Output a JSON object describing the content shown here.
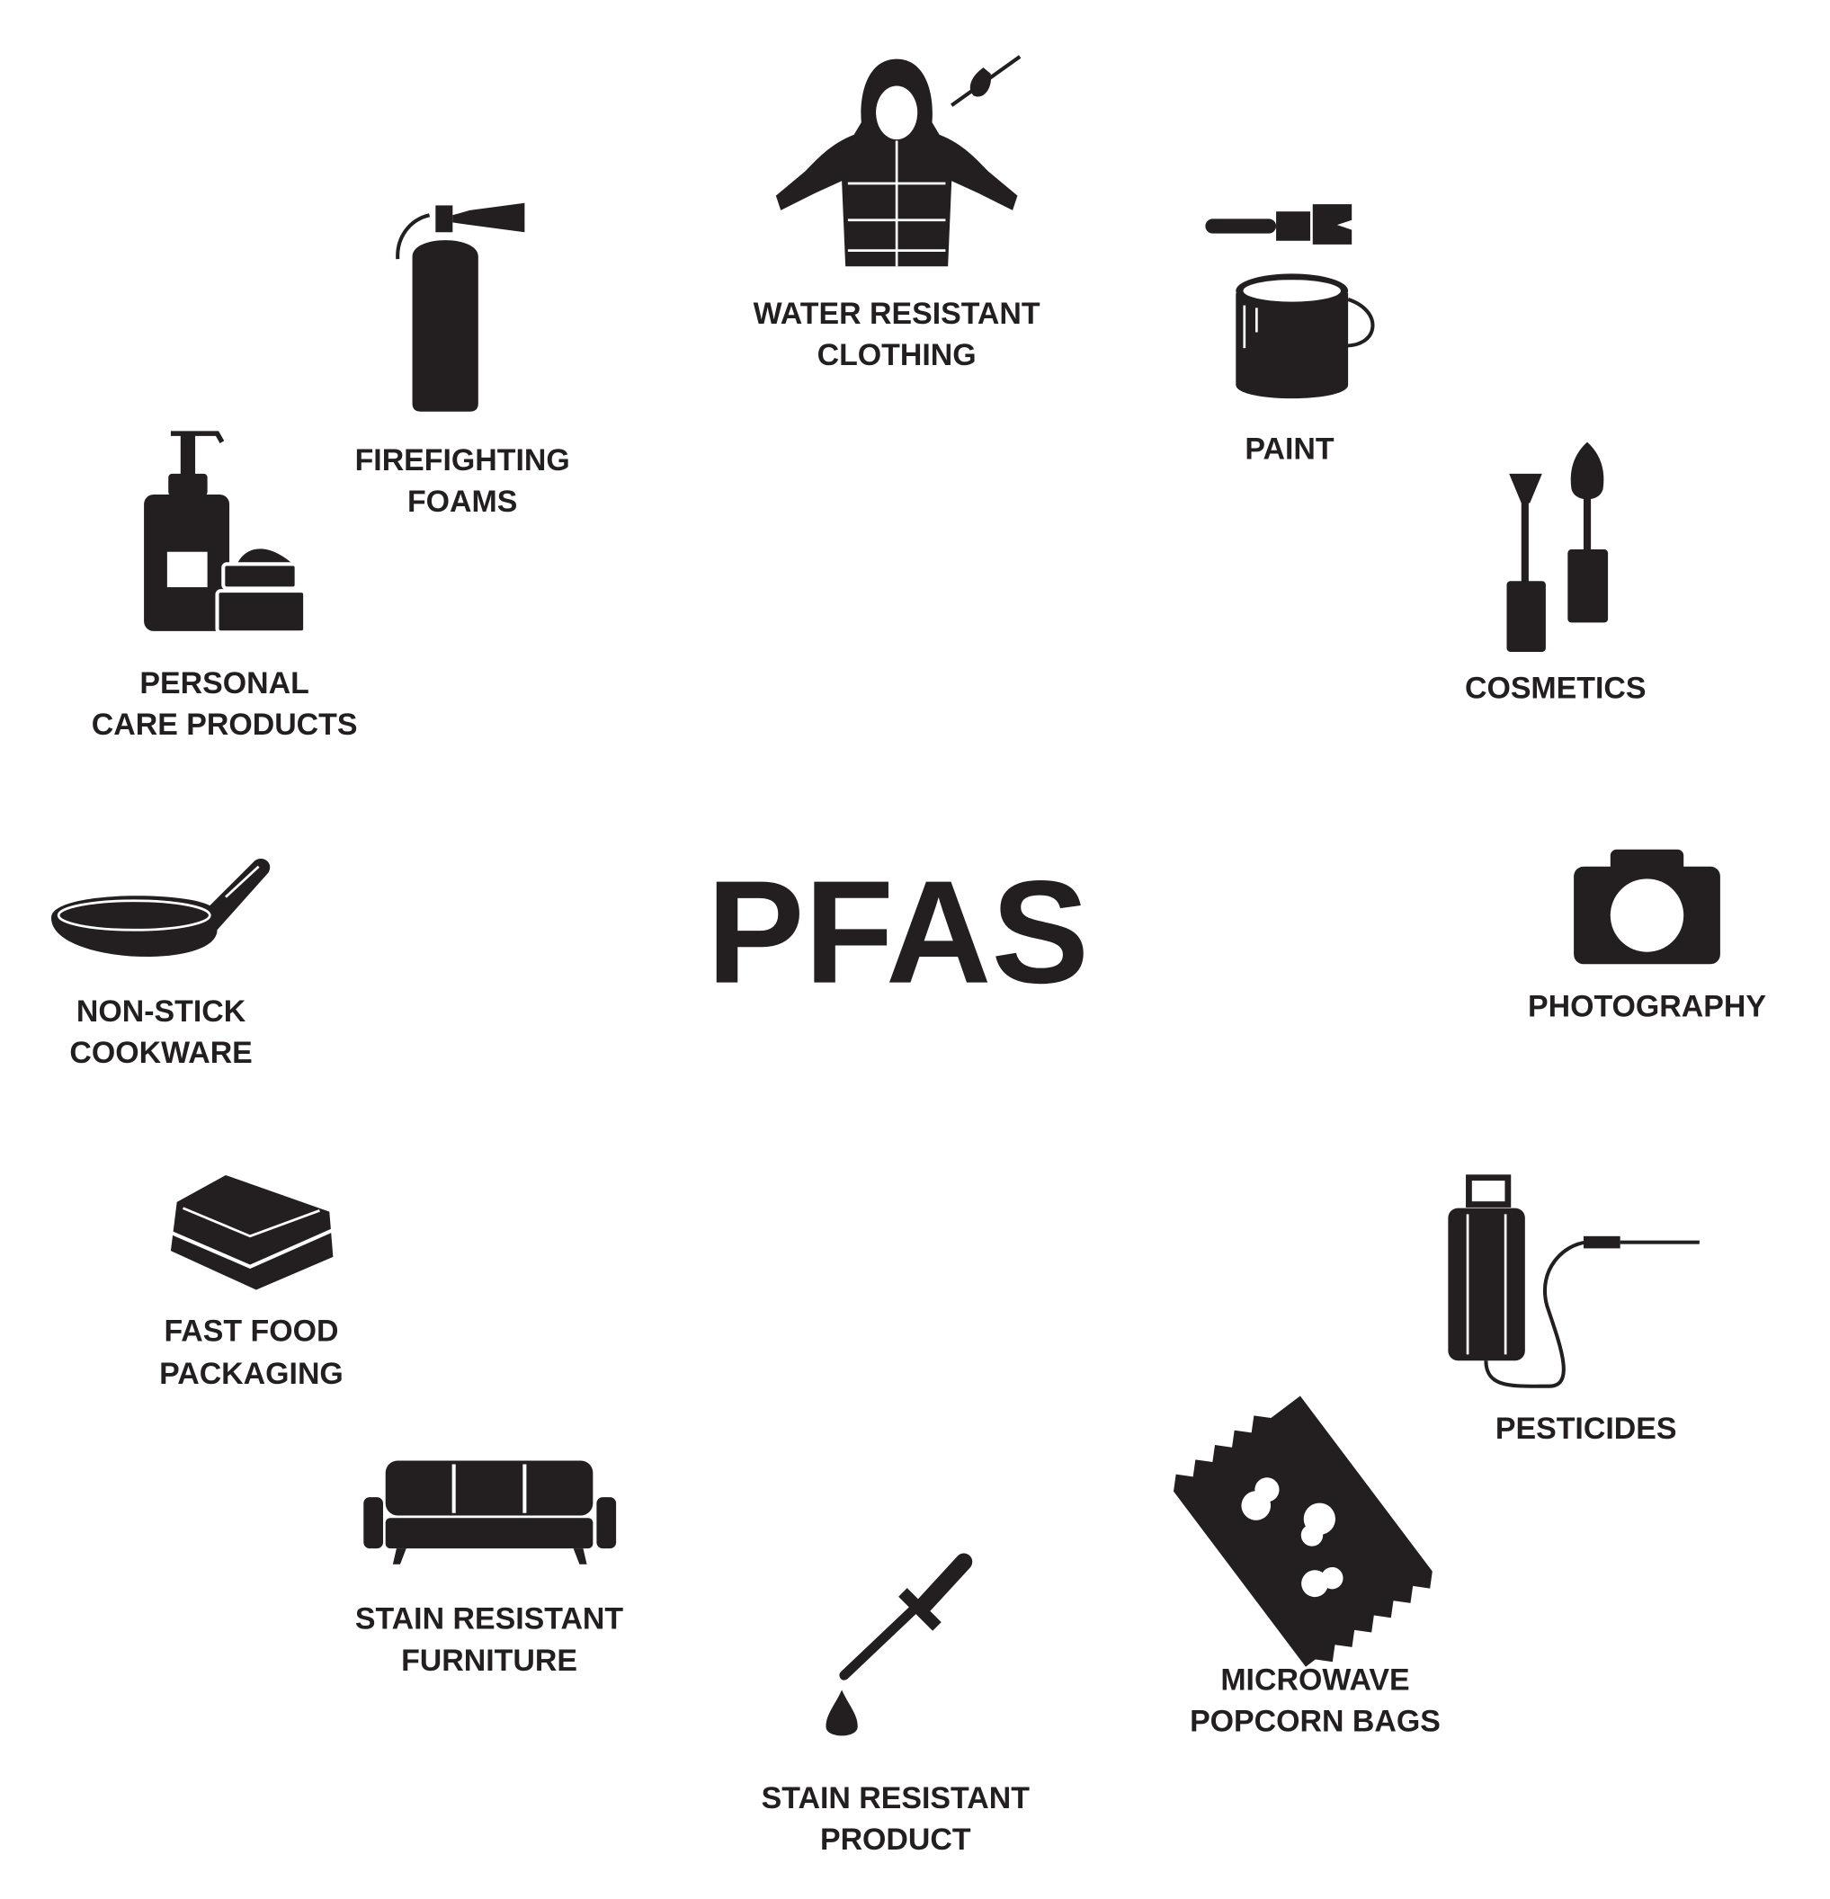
{
  "title": "PFAS",
  "colors": {
    "ink": "#231f20",
    "background": "#ffffff"
  },
  "items": [
    {
      "icon": "jacket-icon",
      "lines": [
        "WATER RESISTANT",
        "CLOTHING"
      ]
    },
    {
      "icon": "paint-can-icon",
      "lines": [
        "PAINT"
      ]
    },
    {
      "icon": "mascara-icon",
      "lines": [
        "COSMETICS"
      ]
    },
    {
      "icon": "camera-icon",
      "lines": [
        "PHOTOGRAPHY"
      ]
    },
    {
      "icon": "sprayer-icon",
      "lines": [
        "PESTICIDES"
      ]
    },
    {
      "icon": "popcorn-bag-icon",
      "lines": [
        "MICROWAVE",
        "POPCORN BAGS"
      ]
    },
    {
      "icon": "dropper-icon",
      "lines": [
        "STAIN RESISTANT",
        "PRODUCT"
      ]
    },
    {
      "icon": "sofa-icon",
      "lines": [
        "STAIN RESISTANT",
        "FURNITURE"
      ]
    },
    {
      "icon": "food-container-icon",
      "lines": [
        "FAST FOOD",
        "PACKAGING"
      ]
    },
    {
      "icon": "frying-pan-icon",
      "lines": [
        "NON-STICK",
        "COOKWARE"
      ]
    },
    {
      "icon": "pump-bottle-icon",
      "lines": [
        "PERSONAL",
        "CARE PRODUCTS"
      ]
    },
    {
      "icon": "fire-extinguisher-icon",
      "lines": [
        "FIREFIGHTING",
        "FOAMS"
      ]
    }
  ]
}
